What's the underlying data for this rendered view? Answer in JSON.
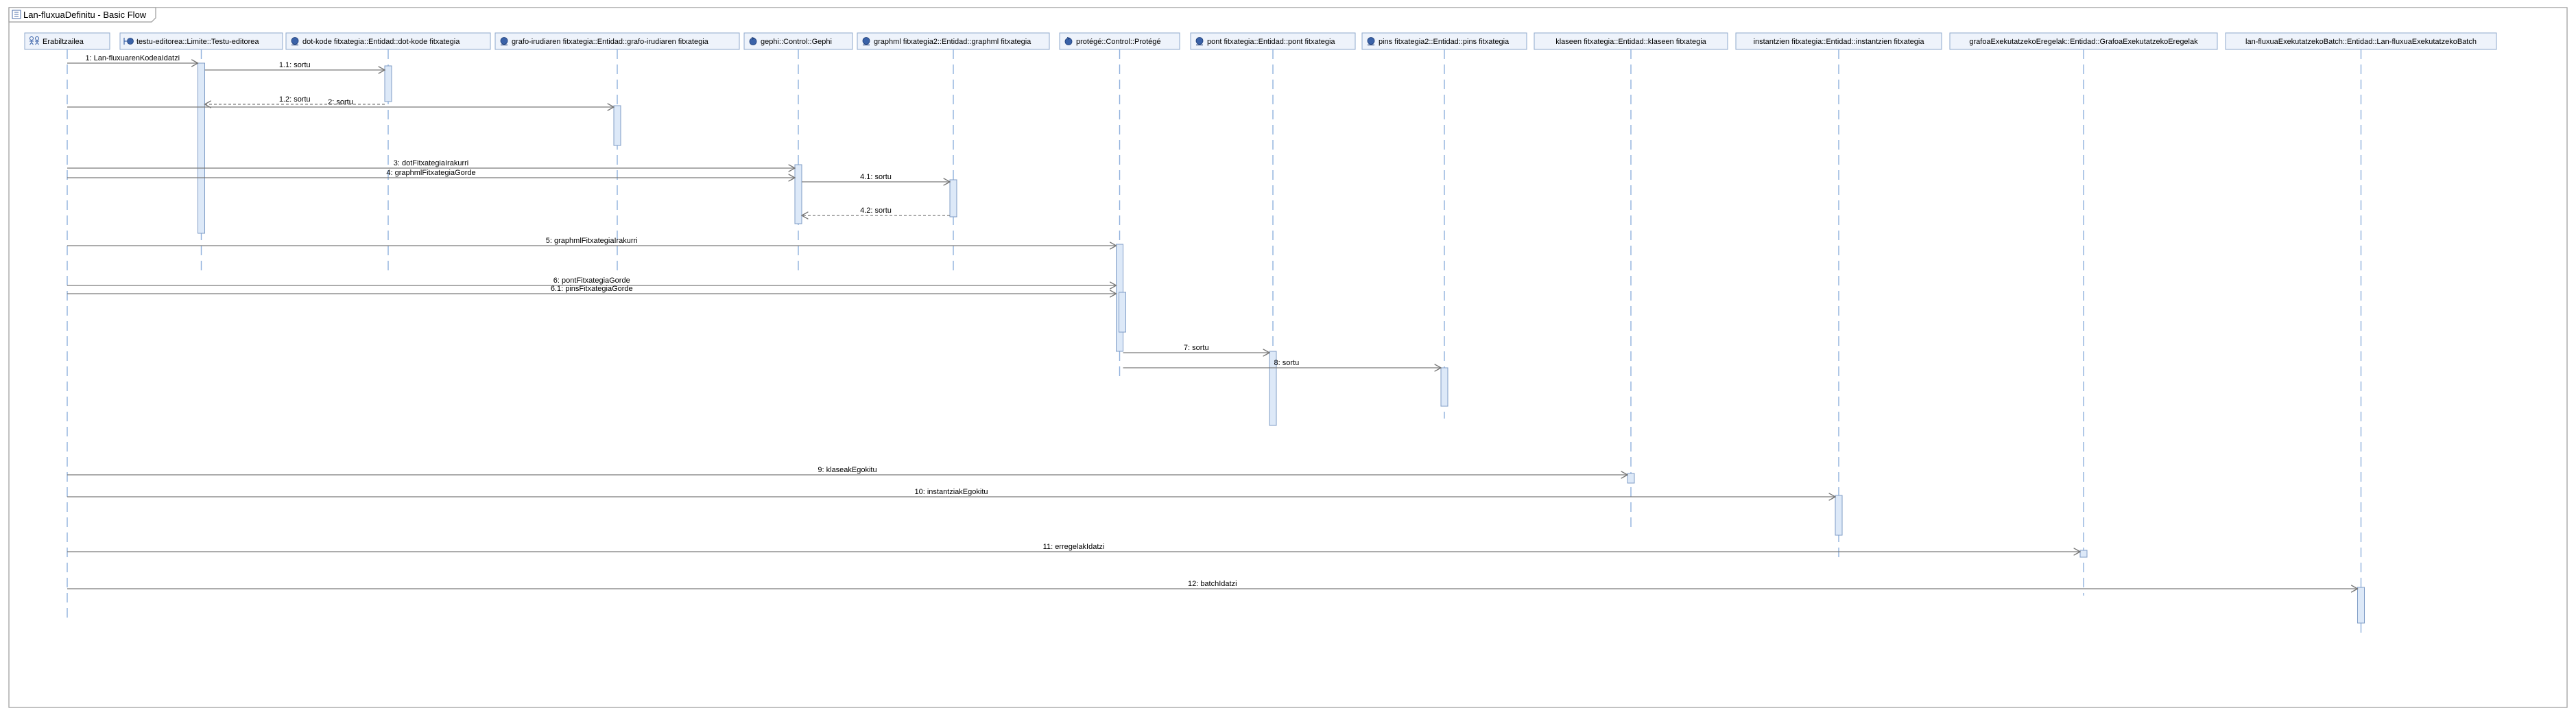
{
  "diagram": {
    "title": "Lan-fluxuaDefinitu - Basic Flow",
    "participants": [
      {
        "id": "p0",
        "name": "Erabiltzailea",
        "kind": "actor"
      },
      {
        "id": "p1",
        "name": "testu-editorea::Limite::Testu-editorea",
        "kind": "boundary"
      },
      {
        "id": "p2",
        "name": "dot-kode fitxategia::Entidad::dot-kode fitxategia",
        "kind": "entity"
      },
      {
        "id": "p3",
        "name": "grafo-irudiaren fitxategia::Entidad::grafo-irudiaren fitxategia",
        "kind": "entity"
      },
      {
        "id": "p4",
        "name": "gephi::Control::Gephi",
        "kind": "control"
      },
      {
        "id": "p5",
        "name": "graphml fitxategia2::Entidad::graphml fitxategia",
        "kind": "entity"
      },
      {
        "id": "p6",
        "name": "protégé::Control::Protégé",
        "kind": "control"
      },
      {
        "id": "p7",
        "name": "pont fitxategia::Entidad::pont fitxategia",
        "kind": "entity"
      },
      {
        "id": "p8",
        "name": "pins fitxategia2::Entidad::pins fitxategia",
        "kind": "entity"
      },
      {
        "id": "p9",
        "name": "klaseen fitxategia::Entidad::klaseen fitxategia",
        "kind": "none"
      },
      {
        "id": "p10",
        "name": "instantzien fitxategia::Entidad::instantzien fitxategia",
        "kind": "none"
      },
      {
        "id": "p11",
        "name": "grafoaExekutatzekoEregelak::Entidad::GrafoaExekutatzekoEregelak",
        "kind": "none"
      },
      {
        "id": "p12",
        "name": "lan-fluxuaExekutatzekoBatch::Entidad::Lan-fluxuaExekutatzekoBatch",
        "kind": "none"
      }
    ],
    "messages": [
      {
        "label": "1: Lan-fluxuarenKodeaIdatzi",
        "from": "p0",
        "to": "p1",
        "style": "sync"
      },
      {
        "label": "1.1: sortu",
        "from": "p1",
        "to": "p2",
        "style": "sync"
      },
      {
        "label": "1.2: sortu",
        "from": "p2",
        "to": "p1",
        "style": "return"
      },
      {
        "label": "2: sortu",
        "from": "p0",
        "to": "p3",
        "style": "sync"
      },
      {
        "label": "3: dotFitxategiaIrakurri",
        "from": "p0",
        "to": "p4",
        "style": "sync"
      },
      {
        "label": "4: graphmlFitxategiaGorde",
        "from": "p0",
        "to": "p4",
        "style": "sync"
      },
      {
        "label": "4.1: sortu",
        "from": "p4",
        "to": "p5",
        "style": "sync"
      },
      {
        "label": "4.2: sortu",
        "from": "p5",
        "to": "p4",
        "style": "return"
      },
      {
        "label": "5: graphmlFitxategiaIrakurri",
        "from": "p0",
        "to": "p6",
        "style": "sync"
      },
      {
        "label": "6: pontFitxategiaGorde",
        "from": "p0",
        "to": "p6",
        "style": "sync"
      },
      {
        "label": "6.1: pinsFitxategiaGorde",
        "from": "p0",
        "to": "p6",
        "style": "sync"
      },
      {
        "label": "7: sortu",
        "from": "p6",
        "to": "p7",
        "style": "sync"
      },
      {
        "label": "8: sortu",
        "from": "p6",
        "to": "p8",
        "style": "sync"
      },
      {
        "label": "9: klaseakEgokitu",
        "from": "p0",
        "to": "p9",
        "style": "sync"
      },
      {
        "label": "10: instantziakEgokitu",
        "from": "p0",
        "to": "p10",
        "style": "sync"
      },
      {
        "label": "11: erregelakIdatzi",
        "from": "p0",
        "to": "p11",
        "style": "sync"
      },
      {
        "label": "12: batchIdatzi",
        "from": "p0",
        "to": "p12",
        "style": "sync"
      }
    ],
    "colors": {
      "head_fill": "#eef3fb",
      "head_border": "#8fa8cc",
      "lifeline": "#8fb0dd",
      "activation_fill": "#dde9f8",
      "activation_border": "#7f9cc6",
      "arrow": "#7a7a7a",
      "frame_border": "#9a9a9a",
      "icon_blue": "#3a62a8"
    }
  }
}
